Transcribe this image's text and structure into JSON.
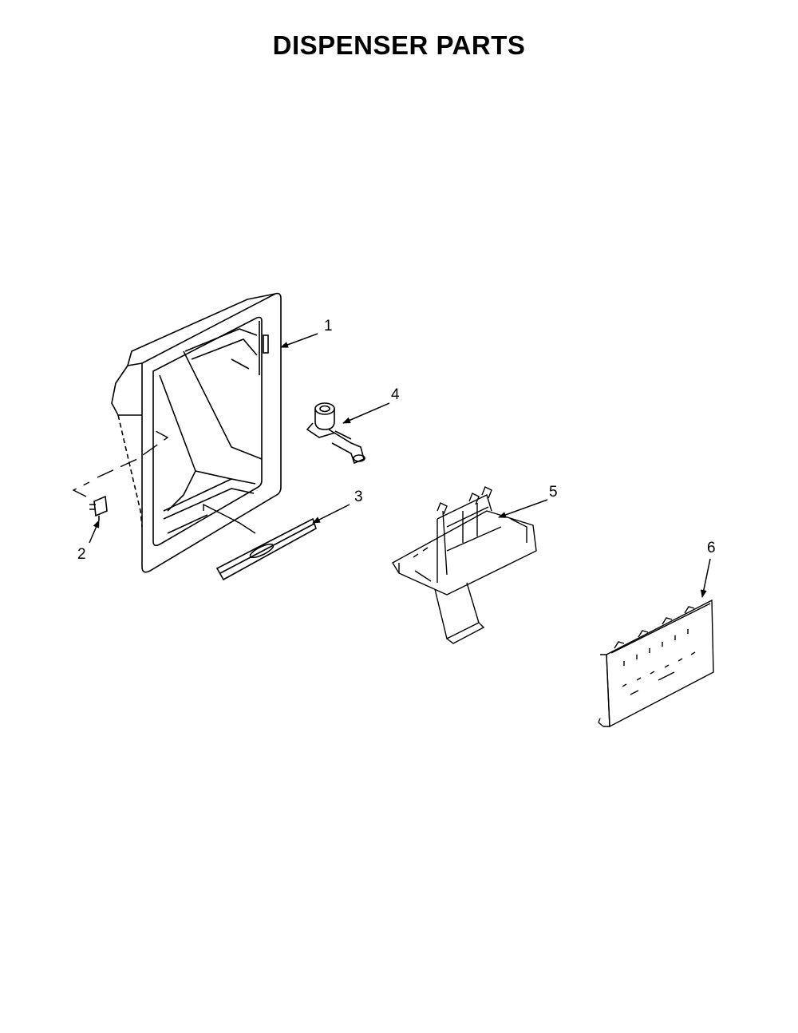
{
  "title": "DISPENSER PARTS",
  "callouts": [
    {
      "id": "1",
      "label": "1"
    },
    {
      "id": "2",
      "label": "2"
    },
    {
      "id": "3",
      "label": "3"
    },
    {
      "id": "4",
      "label": "4"
    },
    {
      "id": "5",
      "label": "5"
    },
    {
      "id": "6",
      "label": "6"
    }
  ]
}
